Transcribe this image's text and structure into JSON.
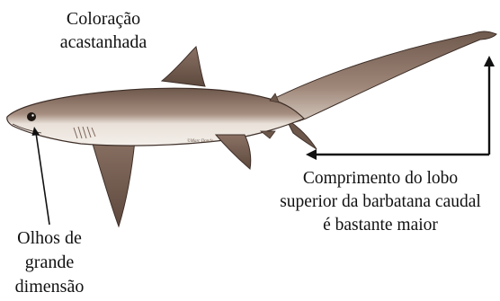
{
  "labels": {
    "coloration": [
      "Coloração",
      "acastanhada"
    ],
    "eyes": [
      "Olhos de",
      "grande",
      "dimensão"
    ],
    "tail": [
      "Comprimento do lobo",
      "superior da barbatana caudal",
      "é bastante maior"
    ]
  },
  "illustration": {
    "subject": "thresher-shark",
    "credit": "©Marc Dando",
    "colors": {
      "body_dark": "#7d6558",
      "body_mid": "#9c8577",
      "belly": "#ece5de",
      "outline": "#3e2f28",
      "arrow": "#111111"
    }
  }
}
